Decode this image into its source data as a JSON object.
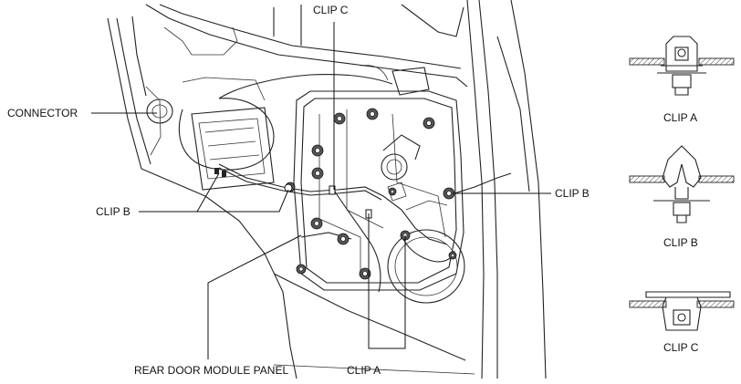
{
  "labels": {
    "clip_c_top": "CLIP C",
    "connector": "CONNECTOR",
    "clip_b_left": "CLIP B",
    "clip_b_right": "CLIP B",
    "rear_door_module_panel": "REAR DOOR MODULE PANEL",
    "clip_a_bottom": "CLIP A"
  },
  "legend": {
    "clip_a": "CLIP A",
    "clip_b": "CLIP B",
    "clip_c": "CLIP C"
  }
}
